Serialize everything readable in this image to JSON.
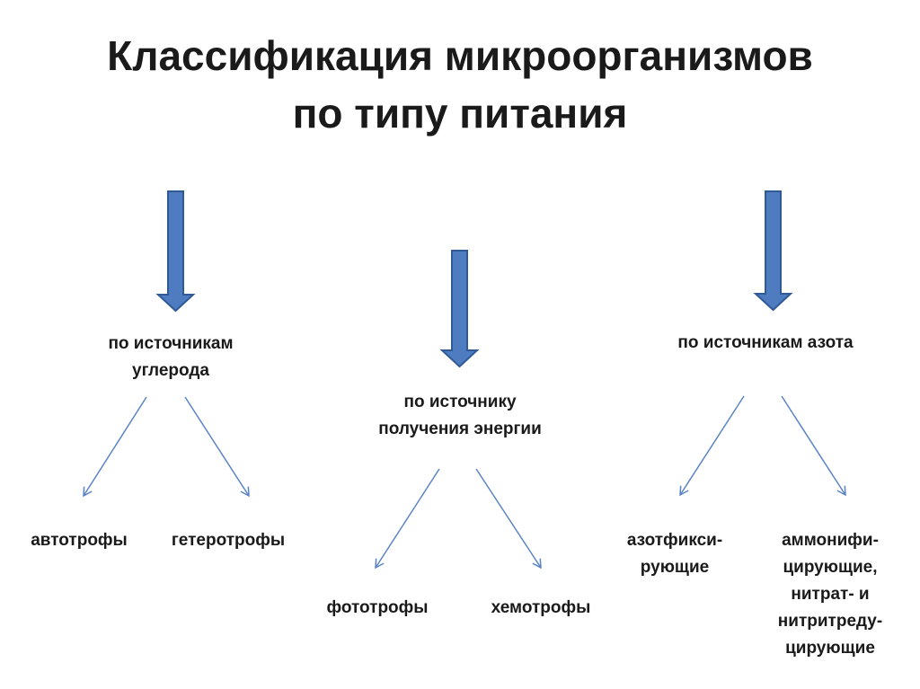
{
  "title": {
    "line1": "Классификация микроорганизмов",
    "line2": "по типу питания"
  },
  "branches": {
    "carbon": {
      "label_line1": "по источникам",
      "label_line2": "углерода",
      "child_left": "автотрофы",
      "child_right": "гетеротрофы"
    },
    "energy": {
      "label_line1": "по источнику",
      "label_line2": "получения энергии",
      "child_left": "фототрофы",
      "child_right": "хемотрофы"
    },
    "nitrogen": {
      "label": "по источникам азота",
      "child_left_line1": "азотфикси-",
      "child_left_line2": "рующие",
      "child_right_line1": "аммонифи-",
      "child_right_line2": "цирующие,",
      "child_right_line3": "нитрат- и",
      "child_right_line4": "нитритреду-",
      "child_right_line5": "цирующие"
    }
  },
  "colors": {
    "big_arrow_fill": "#4f7cc0",
    "big_arrow_stroke": "#2f5a96",
    "thin_arrow": "#5b84c4"
  }
}
